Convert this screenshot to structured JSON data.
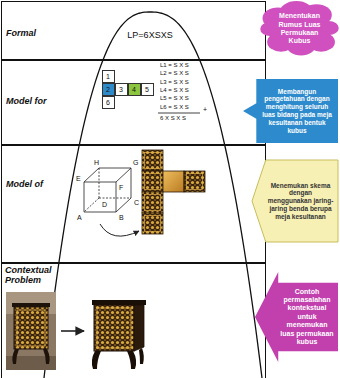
{
  "diagram": {
    "nodes": [
      {
        "text": [
          "Formal"
        ]
      },
      {
        "text": [
          "Menentukan Rumus Luas Permukaan Kubus"
        ]
      },
      {
        "text": [
          "Model for"
        ]
      },
      {
        "text": [
          "1"
        ],
        "in": 2
      },
      {
        "text": [
          "2"
        ],
        "in": 2
      },
      {
        "text": [
          "3"
        ],
        "in": 2
      },
      {
        "text": [
          "4"
        ],
        "in": 2
      },
      {
        "text": [
          "5"
        ],
        "in": 2
      },
      {
        "text": [
          "6"
        ],
        "in": 2
      },
      {
        "text": [
          "Membangun pengetahuan dengan menghitung seluruh luas bidang pada meja kesultanan bentuk kubus"
        ]
      },
      {
        "text": [
          "Model of"
        ]
      },
      {
        "text": [
          "Menemukan skema dengan menggunakan jaring-jaring benda berupa meja kesultanan"
        ]
      },
      {
        "text": [
          "Contextual Problem"
        ]
      },
      {
        "text": [
          "Contoh permasalahan kontekstual untuk menemukan luas permukaan kubus"
        ]
      }
    ],
    "labels": [
      "LP=6XSXS",
      "L1 = S X S",
      "L2 = S X S",
      "L3 = S X S",
      "L4 = S X S",
      "L5 = S X S",
      "L6 = S X S",
      "+",
      "6 X S X S",
      "E",
      "H",
      "G",
      "F",
      "D",
      "C",
      "A",
      "B"
    ]
  }
}
